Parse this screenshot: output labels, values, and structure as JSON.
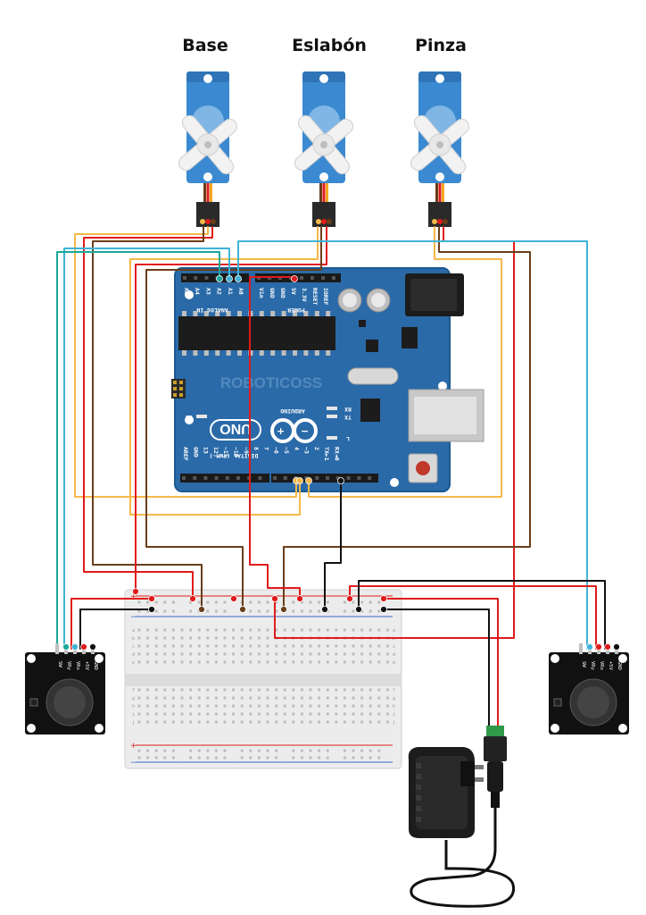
{
  "servos": [
    {
      "label": "Base"
    },
    {
      "label": "Eslabón"
    },
    {
      "label": "Pinza"
    }
  ],
  "arduino": {
    "brand": "ROBOTICOSS",
    "model": "UNO",
    "maker": "ARDUINO",
    "analog_header": "ANALOG IN",
    "power_header": "POWER",
    "digital_header": "DIGITAL (PWM~)",
    "analog_pins": [
      "A5",
      "A4",
      "A3",
      "A2",
      "A1",
      "A0"
    ],
    "power_pins": [
      "Vin",
      "GND",
      "GND",
      "5V",
      "3.3V",
      "RESET",
      "IOREF"
    ],
    "digital_pins": [
      "RX◄0",
      "TX►1",
      "2",
      "~3",
      "4",
      "~5",
      "~6",
      "7",
      "8",
      "~9",
      "~10",
      "~11",
      "12",
      "13",
      "GND",
      "AREF"
    ],
    "led_on": "ON",
    "led_rx": "RX",
    "led_tx": "TX",
    "led_l": "L"
  },
  "joysticks": [
    {
      "pins": [
        "SW",
        "VRy",
        "VRx",
        "+5V",
        "GND"
      ]
    },
    {
      "pins": [
        "SW",
        "VRy",
        "VRx",
        "+5V",
        "GND"
      ]
    }
  ],
  "breadboard": {
    "rows_top": [
      "a",
      "b",
      "c",
      "d",
      "e"
    ],
    "rows_bottom": [
      "f",
      "g",
      "h",
      "i",
      "j"
    ],
    "plus": "+",
    "minus": "−"
  },
  "colors": {
    "servo_body": "#3b8ad1",
    "board": "#2a6aa8",
    "wire_red": "#e01b1b",
    "wire_black": "#111111",
    "wire_brown": "#6b3e1a",
    "wire_orange": "#f5b84a",
    "wire_cyan": "#3fb3d6",
    "wire_teal": "#1aa89a",
    "wire_green": "#2e9a4a"
  }
}
